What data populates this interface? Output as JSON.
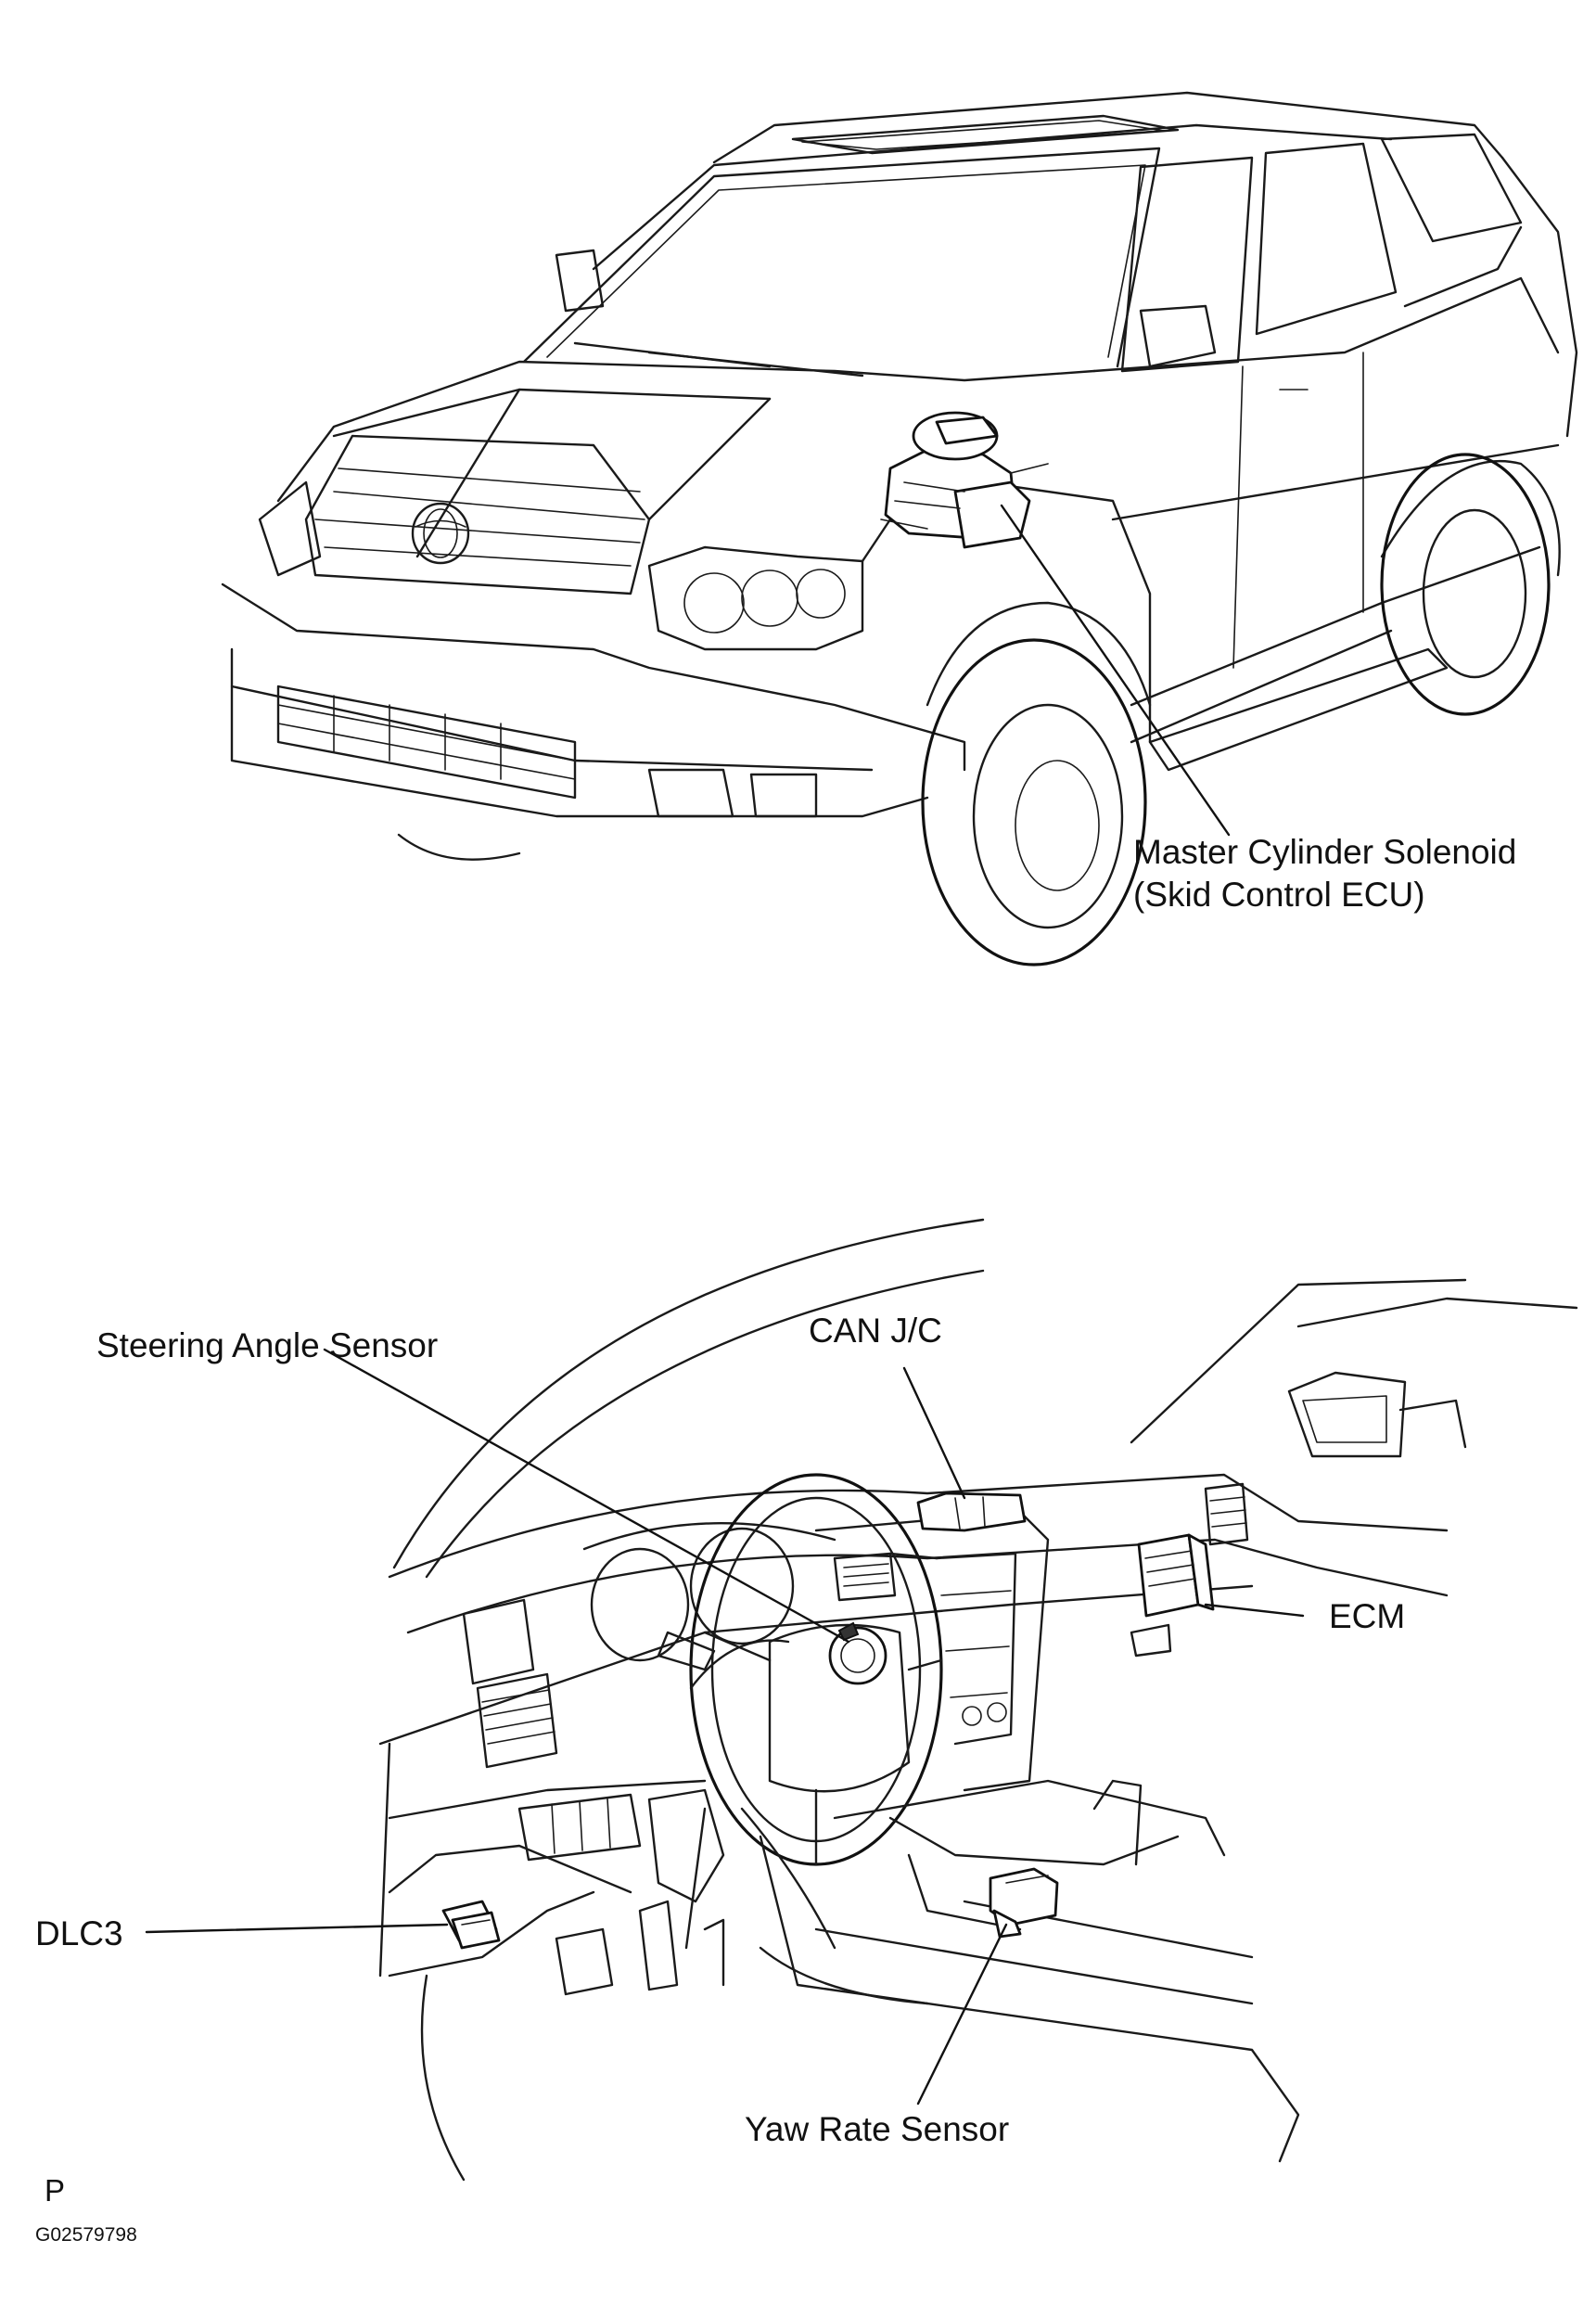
{
  "labels": {
    "master_cylinder_line1": "Master Cylinder Solenoid",
    "master_cylinder_line2": "(Skid Control ECU)",
    "steering_angle_sensor": "Steering Angle Sensor",
    "can_jc": "CAN J/C",
    "ecm": "ECM",
    "dlc3": "DLC3",
    "yaw_rate_sensor": "Yaw Rate Sensor"
  },
  "footer": {
    "page_mark": "P",
    "figure_code": "G02579798"
  }
}
